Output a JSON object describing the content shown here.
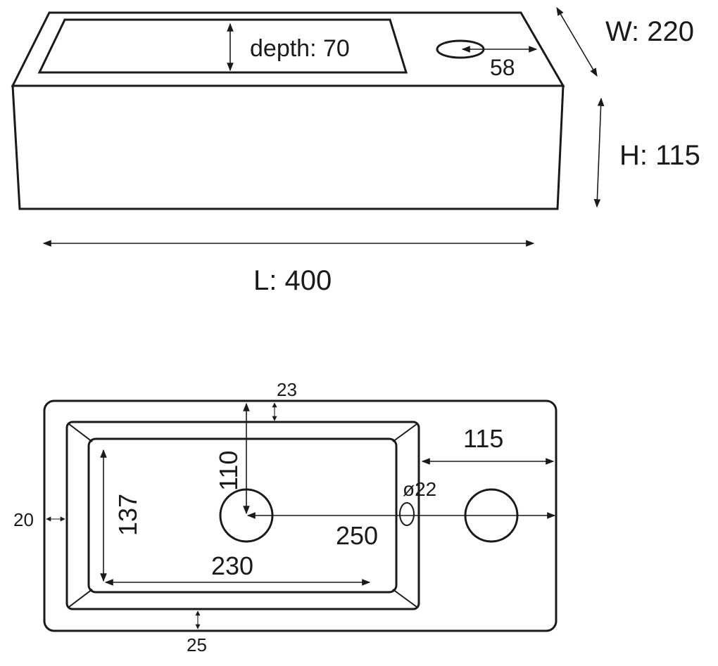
{
  "perspective_view": {
    "width_label": "W: 220",
    "height_label": "H: 115",
    "length_label": "L: 400",
    "depth_label": "depth: 70",
    "tap_offset_label": "58"
  },
  "top_view": {
    "top_margin_label": "23",
    "bottom_margin_label": "25",
    "left_margin_label": "20",
    "basin_depth_label": "110",
    "basin_width_label": "137",
    "basin_length_label": "230",
    "tap_offset_label": "115",
    "overflow_diameter_label": "ø22",
    "center_distance_label": "250"
  }
}
